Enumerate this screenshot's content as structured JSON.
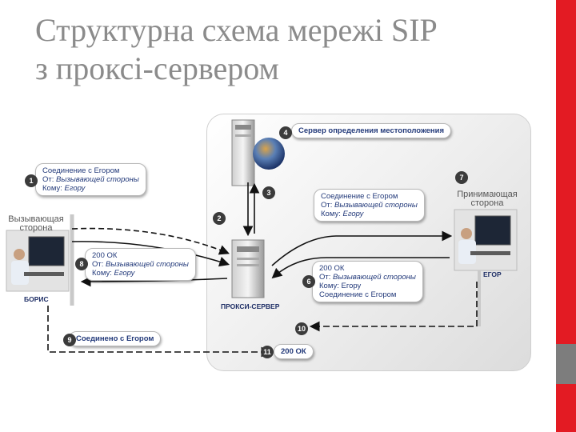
{
  "title": {
    "line1": "Структурна схема мережі SIP",
    "line2": "з проксі-сервером"
  },
  "diagram": {
    "caller_role": [
      "Вызывающая",
      "сторона"
    ],
    "caller_name": "БОРИС",
    "callee_role": [
      "Принимающая",
      "сторона"
    ],
    "callee_name": "ЕГОР",
    "proxy_label": "ПРОКСИ-СЕРВЕР",
    "location_server": "Сервер определения местоположения",
    "steps": [
      "1",
      "2",
      "3",
      "4",
      "6",
      "7",
      "8",
      "9",
      "10",
      "11"
    ],
    "msg1": {
      "l1": "Соединение с Егором",
      "l2a": "От: ",
      "l2b": "Вызывающей стороны",
      "l3a": "Кому: ",
      "l3b": "Егору"
    },
    "msg7": {
      "l1": "Соединение с Егором",
      "l2a": "От: ",
      "l2b": "Вызывающей стороны",
      "l3a": "Кому: ",
      "l3b": "Егору"
    },
    "msg8": {
      "l1": "200 ОК",
      "l2a": "От: ",
      "l2b": "Вызывающей стороны",
      "l3a": "Кому: ",
      "l3b": "Егору"
    },
    "msg6": {
      "l1": "200 ОК",
      "l2a": "От: ",
      "l2b": "Вызывающей стороны",
      "l3": "Кому: Егору",
      "l4": "Соединение с Егором"
    },
    "msg9": "Соединено с Егором",
    "msg11": "200 ОК"
  },
  "colors": {
    "accent_red": "#e31b23",
    "side_gray": "#7d7d7d",
    "bubble_text": "#233a7a",
    "title_gray": "#8b8b8b"
  }
}
